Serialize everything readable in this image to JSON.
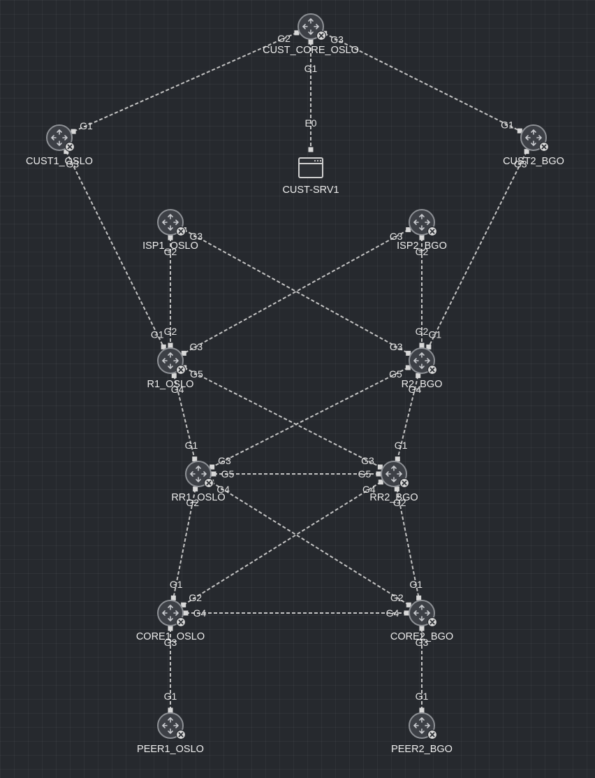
{
  "nodes": [
    {
      "id": "CUST_CORE_OSLO",
      "label": "CUST_CORE_OSLO",
      "kind": "router",
      "icon": "router-icon",
      "status": "stopped-x-badge"
    },
    {
      "id": "CUST1_OSLO",
      "label": "CUST1_OSLO",
      "kind": "router",
      "icon": "router-icon",
      "status": "stopped-x-badge"
    },
    {
      "id": "CUST2_BGO",
      "label": "CUST2_BGO",
      "kind": "router",
      "icon": "router-icon",
      "status": "stopped-x-badge"
    },
    {
      "id": "CUST-SRV1",
      "label": "CUST-SRV1",
      "kind": "server",
      "icon": "server-icon"
    },
    {
      "id": "ISP1_OSLO",
      "label": "ISP1_OSLO",
      "kind": "router",
      "icon": "router-icon",
      "status": "stopped-x-badge"
    },
    {
      "id": "ISP2_BGO",
      "label": "ISP2_BGO",
      "kind": "router",
      "icon": "router-icon",
      "status": "stopped-x-badge"
    },
    {
      "id": "R1_OSLO",
      "label": "R1_OSLO",
      "kind": "router",
      "icon": "router-icon",
      "status": "stopped-x-badge"
    },
    {
      "id": "R2_BGO",
      "label": "R2_BGO",
      "kind": "router",
      "icon": "router-icon",
      "status": "stopped-x-badge"
    },
    {
      "id": "RR1_OSLO",
      "label": "RR1_OSLO",
      "kind": "router",
      "icon": "router-icon",
      "status": "stopped-x-badge"
    },
    {
      "id": "RR2_BGO",
      "label": "RR2_BGO",
      "kind": "router",
      "icon": "router-icon",
      "status": "stopped-x-badge"
    },
    {
      "id": "CORE1_OSLO",
      "label": "CORE1_OSLO",
      "kind": "router",
      "icon": "router-icon",
      "status": "stopped-x-badge"
    },
    {
      "id": "CORE2_BGO",
      "label": "CORE2_BGO",
      "kind": "router",
      "icon": "router-icon",
      "status": "stopped-x-badge"
    },
    {
      "id": "PEER1_OSLO",
      "label": "PEER1_OSLO",
      "kind": "router",
      "icon": "router-icon",
      "status": "stopped-x-badge"
    },
    {
      "id": "PEER2_BGO",
      "label": "PEER2_BGO",
      "kind": "router",
      "icon": "router-icon",
      "status": "stopped-x-badge"
    }
  ],
  "links": [
    {
      "from": "CUST_CORE_OSLO",
      "from_if": "G2",
      "to": "CUST1_OSLO",
      "to_if": "G1"
    },
    {
      "from": "CUST_CORE_OSLO",
      "from_if": "G3",
      "to": "CUST2_BGO",
      "to_if": "G1"
    },
    {
      "from": "CUST_CORE_OSLO",
      "from_if": "G1",
      "to": "CUST-SRV1",
      "to_if": "E0"
    },
    {
      "from": "CUST1_OSLO",
      "from_if": "G3",
      "to": "R1_OSLO",
      "to_if": "G1"
    },
    {
      "from": "CUST2_BGO",
      "from_if": "G3",
      "to": "R2_BGO",
      "to_if": "G1"
    },
    {
      "from": "ISP1_OSLO",
      "from_if": "G2",
      "to": "R1_OSLO",
      "to_if": "G2"
    },
    {
      "from": "ISP1_OSLO",
      "from_if": "G3",
      "to": "R2_BGO",
      "to_if": "G3"
    },
    {
      "from": "ISP2_BGO",
      "from_if": "G3",
      "to": "R1_OSLO",
      "to_if": "G3"
    },
    {
      "from": "ISP2_BGO",
      "from_if": "G2",
      "to": "R2_BGO",
      "to_if": "G2"
    },
    {
      "from": "R1_OSLO",
      "from_if": "G4",
      "to": "RR1_OSLO",
      "to_if": "G1"
    },
    {
      "from": "R1_OSLO",
      "from_if": "G5",
      "to": "RR2_BGO",
      "to_if": "G3"
    },
    {
      "from": "R2_BGO",
      "from_if": "G5",
      "to": "RR1_OSLO",
      "to_if": "G3"
    },
    {
      "from": "R2_BGO",
      "from_if": "G4",
      "to": "RR2_BGO",
      "to_if": "G1"
    },
    {
      "from": "RR1_OSLO",
      "from_if": "G5",
      "to": "RR2_BGO",
      "to_if": "G5"
    },
    {
      "from": "RR1_OSLO",
      "from_if": "G2",
      "to": "CORE1_OSLO",
      "to_if": "G1"
    },
    {
      "from": "RR1_OSLO",
      "from_if": "G4",
      "to": "CORE2_BGO",
      "to_if": "G2"
    },
    {
      "from": "RR2_BGO",
      "from_if": "G4",
      "to": "CORE1_OSLO",
      "to_if": "G2"
    },
    {
      "from": "RR2_BGO",
      "from_if": "G2",
      "to": "CORE2_BGO",
      "to_if": "G1"
    },
    {
      "from": "CORE1_OSLO",
      "from_if": "G4",
      "to": "CORE2_BGO",
      "to_if": "G4"
    },
    {
      "from": "CORE1_OSLO",
      "from_if": "G3",
      "to": "PEER1_OSLO",
      "to_if": "G1"
    },
    {
      "from": "CORE2_BGO",
      "from_if": "G3",
      "to": "PEER2_BGO",
      "to_if": "G1"
    }
  ],
  "colors": {
    "background": "#26292e",
    "link": "#c4c4c4",
    "text": "#ececec",
    "router_fill": "#3d4046",
    "router_stroke": "#8e9196",
    "badge_fill": "#d9d9d9",
    "badge_x": "#2b2e33"
  }
}
